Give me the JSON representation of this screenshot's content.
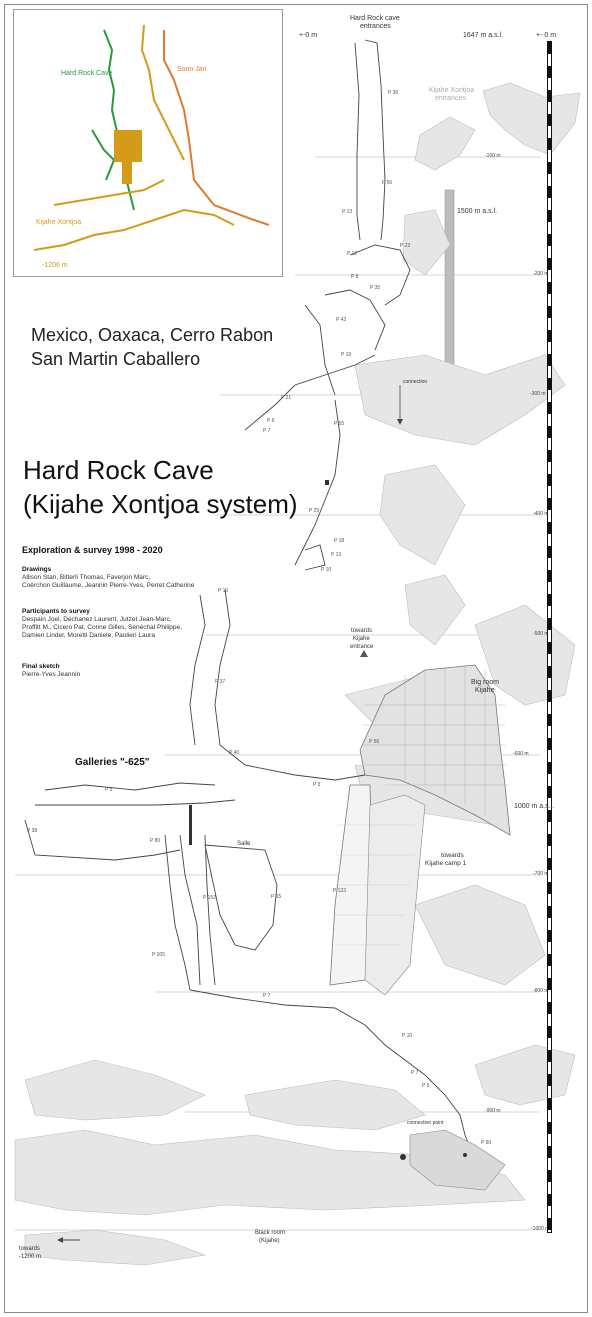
{
  "inset": {
    "labels": {
      "hard_rock_cave": "Hard Rock Cave",
      "soon_jari": "Soon Jari",
      "kijahe_xontjoa": "Kijahe Xontjoa",
      "depth": "-1206 m"
    },
    "colors": {
      "hard_rock": "#2a9a3a",
      "soon_jari": "#e07a30",
      "kijahe": "#d49a1a"
    }
  },
  "location": {
    "line1": "Mexico, Oaxaca, Cerro Rabon",
    "line2": "San Martin Caballero"
  },
  "title": {
    "line1": "Hard Rock Cave",
    "line2": "(Kijahe Xontjoa system)"
  },
  "credits": {
    "exploration": "Exploration & survey 1998 - 2020",
    "drawings_heading": "Drawings",
    "drawings_line1": "Allison Stan, Bitterli Thomas, Faverjon Marc,",
    "drawings_line2": "Coërchon Guillaume, Jeannin Pierre-Yves, Perret Catherine",
    "participants_heading": "Participants to survey",
    "participants_line1": "Despain Joel, Déchanez Laurent, Jutzet Jean-Marc,",
    "participants_line2": "Proffitt M., Cicero Pat, Conne Gilles, Sénéchal Philippe,",
    "participants_line3": "Damien Linder, Moretti Daniele, Paolieri Laura",
    "final_heading": "Final sketch",
    "final_name": "Pierre-Yves Jeannin"
  },
  "labels": {
    "hard_rock_entrances_1": "Hard Rock cave",
    "hard_rock_entrances_2": "entrances",
    "plus0_left": "+-0 m",
    "plus0_right": "+- 0 m",
    "altitude_top": "1647 m a.s.l.",
    "altitude_1500": "1500 m a.s.l.",
    "altitude_1000": "1000 m a.s.l.",
    "kijahe_entrances_1": "Kijahe Xontjoa",
    "kijahe_entrances_2": "entrances",
    "connection": "connection",
    "towards_entrance_1": "towards",
    "towards_entrance_2": "Kijahe",
    "towards_entrance_3": "entrance",
    "big_room_1": "Big room",
    "big_room_2": "Kijahe",
    "galleries": "Galleries \"-625\"",
    "salle": "Salle",
    "towards_camp_1": "towards",
    "towards_camp_2": "Kijahe camp 1",
    "connection_point": "connection point",
    "black_room_1": "Black room",
    "black_room_2": "(Kijahe)",
    "towards_1200_1": "towards",
    "towards_1200_2": "-1200 m"
  },
  "depth_marks": [
    "-100 m",
    "-200 m",
    "-300 m",
    "-400 m",
    "-500 m",
    "-600 m",
    "-700 m",
    "-800 m",
    "-900 m",
    "-1000 m"
  ],
  "pitch_labels": [
    "P 36",
    "P 56",
    "P 13",
    "P 23",
    "P 12",
    "P 8",
    "P 35",
    "P 43",
    "P 19",
    "P 21",
    "P 6",
    "P 7",
    "P 55",
    "P 29",
    "P 18",
    "P 13",
    "P 10",
    "P 10",
    "P 37",
    "P 40",
    "P 3",
    "P 56",
    "P 5",
    "P 38",
    "P 80",
    "P 133",
    "P 152",
    "P 65",
    "P 105",
    "P 7",
    "P 10",
    "P 7",
    "P 5",
    "P 60"
  ]
}
